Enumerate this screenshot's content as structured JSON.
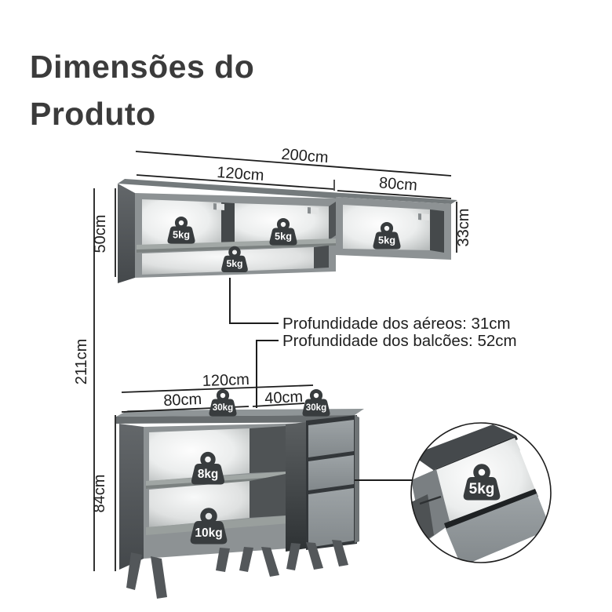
{
  "page": {
    "title_line1": "Dimensões do",
    "title_line2": "Produto"
  },
  "upper_cabinet": {
    "total_width": "200cm",
    "left_module_width": "120cm",
    "right_module_width": "80cm",
    "left_module_height": "50cm",
    "right_module_height": "33cm",
    "compartment_weights": [
      "5kg",
      "5kg",
      "5kg",
      "5kg"
    ]
  },
  "lower_cabinet": {
    "total_width": "120cm",
    "left_section_width": "80cm",
    "right_section_width": "40cm",
    "height": "84cm",
    "countertop_weights": [
      "30kg",
      "30kg"
    ],
    "shelf_weights": [
      "8kg",
      "10kg"
    ]
  },
  "overall": {
    "total_height": "211cm"
  },
  "notes": {
    "upper_depth": "Profundidade dos aéreos: 31cm",
    "lower_depth": "Profundidade dos balcões: 52cm"
  },
  "detail_view": {
    "drawer_weight": "5kg"
  },
  "colors": {
    "line": "#1c1c1c",
    "cabinet_gray": "#8d9294",
    "dark_panel": "#4e5254",
    "weight_icon": "#383c3e",
    "title_text": "#3b3b3b"
  }
}
